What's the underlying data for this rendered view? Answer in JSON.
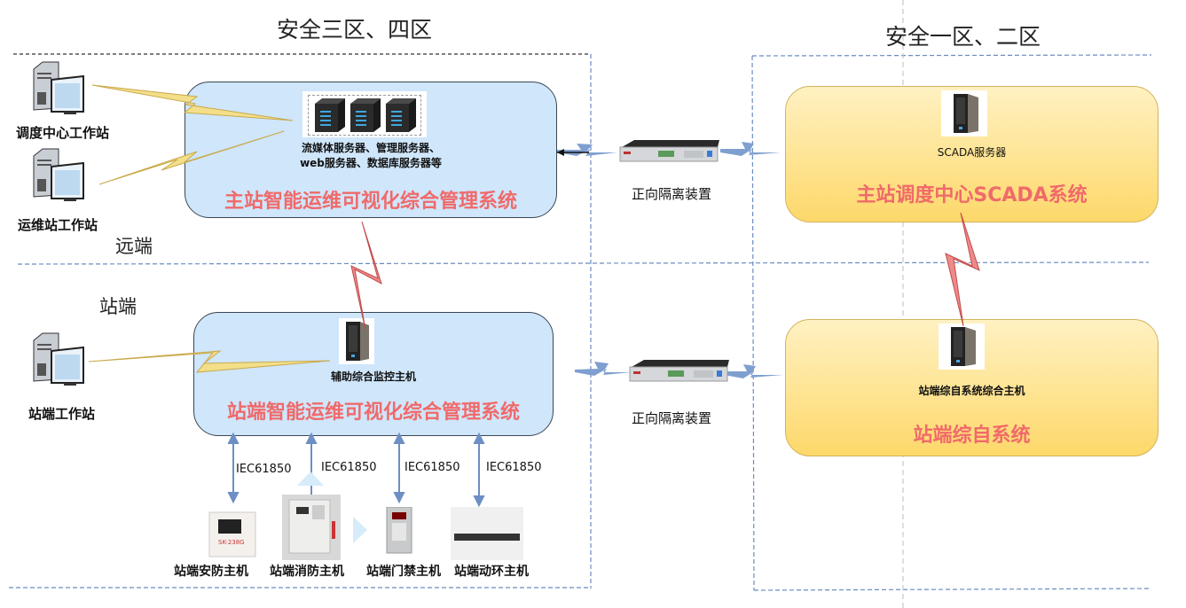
{
  "zones": {
    "zone34_title": "安全三区、四区",
    "zone12_title": "安全一区、二区"
  },
  "sides": {
    "remote": "远端",
    "station": "站端"
  },
  "workstations": {
    "dispatch": "调度中心工作站",
    "ops": "运维站工作站",
    "station": "站端工作站"
  },
  "master_system": {
    "servers_line1": "流媒体服务器、管理服务器、",
    "servers_line2": "web服务器、数据库服务器等",
    "title": "主站智能运维可视化综合管理系统"
  },
  "station_system": {
    "host_label": "辅助综合监控主机",
    "title": "站端智能运维可视化综合管理系统"
  },
  "scada": {
    "server_label": "SCADA服务器",
    "title_prefix": "主站调度中心",
    "title_bold": "SCADA",
    "title_suffix": "系统"
  },
  "station_auto": {
    "host_label": "站端综自系统综合主机",
    "title": "站端综自系统"
  },
  "isolators": {
    "top": "正向隔离装置",
    "bottom": "正向隔离装置"
  },
  "protocol": "IEC61850",
  "devices": [
    {
      "label": "站端安防主机",
      "protocol": "IEC61850"
    },
    {
      "label": "站端消防主机",
      "protocol": "IEC61850"
    },
    {
      "label": "站端门禁主机",
      "protocol": "IEC61850"
    },
    {
      "label": "站端动环主机",
      "protocol": "IEC61850"
    }
  ],
  "colors": {
    "blue_box": "#cfe6fb",
    "yellow_box": "#fdd86a",
    "title_red": "#f06a6a",
    "dash_blue": "#6a8cc0",
    "bolt_yellow": "#f3df8a",
    "bolt_red": "#ef8a8a",
    "bolt_blue": "#7f9fd0"
  }
}
